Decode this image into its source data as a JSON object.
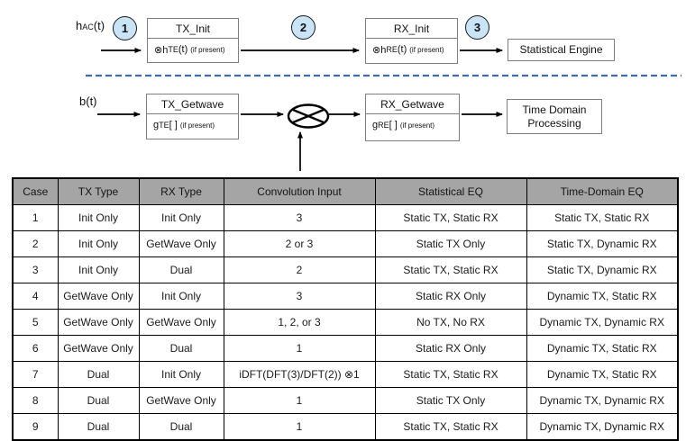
{
  "colors": {
    "badge_fill": "#c9e4f6",
    "dashed_separator": "#3f6cb0",
    "table_header_bg": "#a5a5a5",
    "box_border": "#7f7f7f",
    "text": "#111111"
  },
  "flow_statistical": {
    "input_label": {
      "base": "h",
      "sub": "AC",
      "arg": "(t)"
    },
    "step_badges": [
      "1",
      "2",
      "3"
    ],
    "tx_init": {
      "title": "TX_Init",
      "op": "⊗h",
      "sub": "TE",
      "arg": "(t)",
      "note": "(if present)"
    },
    "rx_init": {
      "title": "RX_Init",
      "op": "⊗h",
      "sub": "RE",
      "arg": "(t)",
      "note": "(if present)"
    },
    "engine_label": "Statistical Engine"
  },
  "flow_time_domain": {
    "input_label": {
      "base": "b",
      "arg": "(t)"
    },
    "tx_getwave": {
      "title": "TX_Getwave",
      "op": "g",
      "sub": "TE",
      "arg": "[ ]",
      "note": "(if present)"
    },
    "rx_getwave": {
      "title": "RX_Getwave",
      "op": "g",
      "sub": "RE",
      "arg": "[ ]",
      "note": "(if present)"
    },
    "convolution_symbol": "⊗",
    "engine_label_line1": "Time Domain",
    "engine_label_line2": "Processing"
  },
  "table": {
    "headers": [
      "Case",
      "TX Type",
      "RX Type",
      "Convolution Input",
      "Statistical EQ",
      "Time-Domain EQ"
    ],
    "rows": [
      [
        "1",
        "Init Only",
        "Init Only",
        "3",
        "Static TX, Static RX",
        "Static TX, Static RX"
      ],
      [
        "2",
        "Init Only",
        "GetWave Only",
        "2 or 3",
        "Static TX Only",
        "Static TX, Dynamic RX"
      ],
      [
        "3",
        "Init Only",
        "Dual",
        "2",
        "Static TX, Static RX",
        "Static TX, Dynamic RX"
      ],
      [
        "4",
        "GetWave Only",
        "Init Only",
        "3",
        "Static RX Only",
        "Dynamic TX, Static RX"
      ],
      [
        "5",
        "GetWave Only",
        "GetWave Only",
        "1, 2, or 3",
        "No TX, No RX",
        "Dynamic TX, Dynamic RX"
      ],
      [
        "6",
        "GetWave Only",
        "Dual",
        "1",
        "Static RX Only",
        "Dynamic TX, Static RX"
      ],
      [
        "7",
        "Dual",
        "Init Only",
        "iDFT(DFT(3)/DFT(2)) ⊗1",
        "Static TX, Static RX",
        "Dynamic TX, Static RX"
      ],
      [
        "8",
        "Dual",
        "GetWave Only",
        "1",
        "Static TX Only",
        "Dynamic TX, Dynamic RX"
      ],
      [
        "9",
        "Dual",
        "Dual",
        "1",
        "Static TX, Static RX",
        "Dynamic TX, Dynamic RX"
      ]
    ]
  }
}
